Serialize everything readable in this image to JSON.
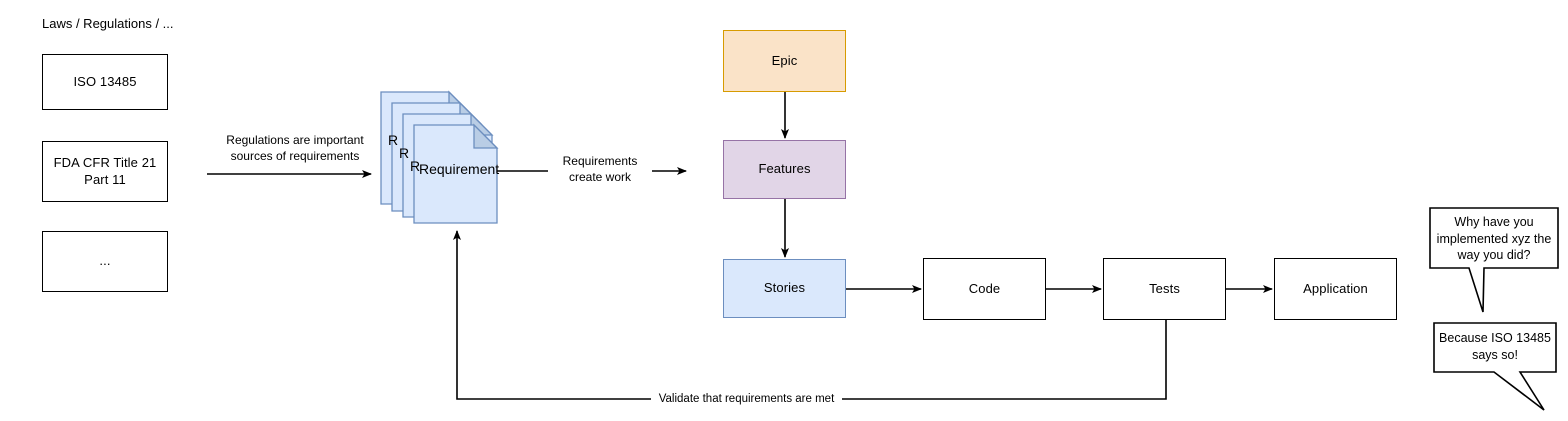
{
  "diagram": {
    "title_label": "Laws / Regulations / ...",
    "sources": [
      {
        "label": "ISO 13485"
      },
      {
        "label": "FDA CFR Title 21\nPart 11"
      },
      {
        "label": "..."
      }
    ],
    "requirement": {
      "label": "Requirement",
      "ghost_label": "R",
      "stack_count": 4
    },
    "work_items": [
      {
        "label": "Epic",
        "fill": "#fae3c8",
        "stroke": "#d79b00"
      },
      {
        "label": "Features",
        "fill": "#e1d5e7",
        "stroke": "#9673a6"
      },
      {
        "label": "Stories",
        "fill": "#dae8fc",
        "stroke": "#6c8ebf"
      }
    ],
    "pipeline": [
      {
        "label": "Code"
      },
      {
        "label": "Tests"
      },
      {
        "label": "Application"
      }
    ],
    "edges": {
      "regulations_to_requirement": "Regulations are important\nsources of requirements",
      "requirement_to_work": "Requirements\ncreate work",
      "validate_loop": "Validate that requirements are met"
    },
    "speech_bubbles": [
      {
        "text": "Why have you\nimplemented xyz the\nway you did?"
      },
      {
        "text": "Because ISO 13485\nsays so!"
      }
    ],
    "colors": {
      "stroke": "#000000",
      "background": "#ffffff",
      "requirement_fill": "#dae8fc",
      "requirement_stroke": "#6c8ebf"
    }
  }
}
